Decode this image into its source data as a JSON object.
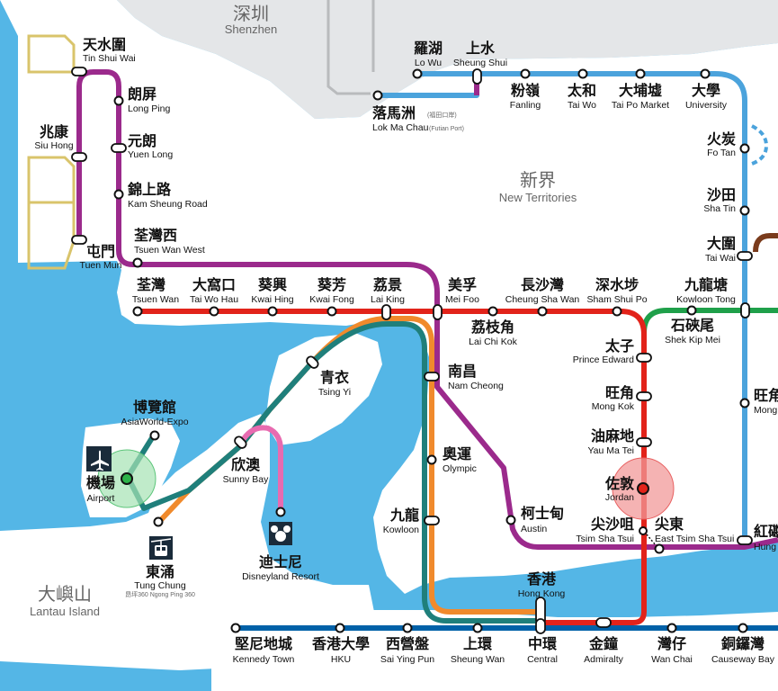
{
  "regions": {
    "shenzhen": {
      "zh": "深圳",
      "en": "Shenzhen"
    },
    "new_territories": {
      "zh": "新界",
      "en": "New Territories"
    },
    "lantau": {
      "zh": "大嶼山",
      "en": "Lantau Island"
    }
  },
  "colors": {
    "sea": "#54b6e6",
    "land": "#ffffff",
    "shenzhen_land": "#e4e6e8",
    "tuen_ma_line": "#9b2a8c",
    "tsuen_wan_line": "#e2231a",
    "island_line": "#0061a8",
    "east_rail_line": "#4ba3dc",
    "tung_chung_line": "#f08a2c",
    "airport_express": "#1f7f7b",
    "disneyland_line": "#e86bb0",
    "kwun_tong_line": "#1fa04a",
    "light_rail": "#d9c46b"
  },
  "stations": {
    "tin_shui_wai": {
      "zh": "天水圍",
      "en": "Tin Shui Wai"
    },
    "long_ping": {
      "zh": "朗屏",
      "en": "Long Ping"
    },
    "siu_hong": {
      "zh": "兆康",
      "en": "Siu Hong"
    },
    "yuen_long": {
      "zh": "元朗",
      "en": "Yuen Long"
    },
    "kam_sheung_road": {
      "zh": "錦上路",
      "en": "Kam Sheung Road"
    },
    "tuen_mun": {
      "zh": "屯門",
      "en": "Tuen Mun"
    },
    "tsuen_wan_west": {
      "zh": "荃灣西",
      "en": "Tsuen Wan West"
    },
    "lo_wu": {
      "zh": "羅湖",
      "en": "Lo Wu"
    },
    "sheung_shui": {
      "zh": "上水",
      "en": "Sheung Shui"
    },
    "lok_ma_chau": {
      "zh": "落馬洲",
      "zh_sub": "(福田口岸)",
      "en": "Lok Ma Chau",
      "en_sub": "(Futian Port)"
    },
    "fanling": {
      "zh": "粉嶺",
      "en": "Fanling"
    },
    "tai_wo": {
      "zh": "太和",
      "en": "Tai Wo"
    },
    "tai_po_market": {
      "zh": "大埔墟",
      "en": "Tai Po Market"
    },
    "university": {
      "zh": "大學",
      "en": "University"
    },
    "fo_tan": {
      "zh": "火炭",
      "en": "Fo Tan"
    },
    "sha_tin": {
      "zh": "沙田",
      "en": "Sha Tin"
    },
    "tai_wai": {
      "zh": "大圍",
      "en": "Tai Wai"
    },
    "tsuen_wan": {
      "zh": "荃灣",
      "en": "Tsuen Wan"
    },
    "tai_wo_hau": {
      "zh": "大窩口",
      "en": "Tai Wo Hau"
    },
    "kwai_hing": {
      "zh": "葵興",
      "en": "Kwai Hing"
    },
    "kwai_fong": {
      "zh": "葵芳",
      "en": "Kwai Fong"
    },
    "lai_king": {
      "zh": "荔景",
      "en": "Lai King"
    },
    "mei_foo": {
      "zh": "美孚",
      "en": "Mei Foo"
    },
    "cheung_sha_wan": {
      "zh": "長沙灣",
      "en": "Cheung Sha Wan"
    },
    "sham_shui_po": {
      "zh": "深水埗",
      "en": "Sham Shui Po"
    },
    "kowloon_tong": {
      "zh": "九龍塘",
      "en": "Kowloon Tong"
    },
    "lai_chi_kok": {
      "zh": "荔枝角",
      "en": "Lai Chi Kok"
    },
    "shek_kip_mei": {
      "zh": "石硤尾",
      "en": "Shek Kip Mei"
    },
    "prince_edward": {
      "zh": "太子",
      "en": "Prince Edward"
    },
    "tsing_yi": {
      "zh": "青衣",
      "en": "Tsing Yi"
    },
    "nam_cheong": {
      "zh": "南昌",
      "en": "Nam Cheong"
    },
    "mong_kok": {
      "zh": "旺角",
      "en": "Mong Kok"
    },
    "mong_kok_east": {
      "zh": "旺角",
      "en": "Mong"
    },
    "asiaworld_expo": {
      "zh": "博覽館",
      "en": "AsiaWorld-Expo"
    },
    "airport": {
      "zh": "機場",
      "en": "Airport"
    },
    "sunny_bay": {
      "zh": "欣澳",
      "en": "Sunny Bay"
    },
    "olympic": {
      "zh": "奧運",
      "en": "Olympic"
    },
    "yau_ma_tei": {
      "zh": "油麻地",
      "en": "Yau Ma Tei"
    },
    "jordan": {
      "zh": "佐敦",
      "en": "Jordan"
    },
    "kowloon": {
      "zh": "九龍",
      "en": "Kowloon"
    },
    "austin": {
      "zh": "柯士甸",
      "en": "Austin"
    },
    "tsim_sha_tsui": {
      "zh": "尖沙咀",
      "en": "Tsim Sha Tsui"
    },
    "east_tsim_sha_tsui": {
      "zh": "尖東",
      "en": "East Tsim Sha Tsui"
    },
    "hung_hom": {
      "zh": "紅磡",
      "en": "Hung"
    },
    "tung_chung": {
      "zh": "東涌",
      "en": "Tung Chung",
      "note": "昂坪360 Ngong Ping 360"
    },
    "disneyland_resort": {
      "zh": "迪士尼",
      "en": "Disneyland Resort"
    },
    "hong_kong": {
      "zh": "香港",
      "en": "Hong Kong"
    },
    "kennedy_town": {
      "zh": "堅尼地城",
      "en": "Kennedy Town"
    },
    "hku": {
      "zh": "香港大學",
      "en": "HKU"
    },
    "sai_ying_pun": {
      "zh": "西營盤",
      "en": "Sai Ying Pun"
    },
    "sheung_wan": {
      "zh": "上環",
      "en": "Sheung Wan"
    },
    "central": {
      "zh": "中環",
      "en": "Central"
    },
    "admiralty": {
      "zh": "金鐘",
      "en": "Admiralty"
    },
    "wan_chai": {
      "zh": "灣仔",
      "en": "Wan Chai"
    },
    "causeway_bay": {
      "zh": "銅鑼灣",
      "en": "Causeway Bay"
    }
  }
}
